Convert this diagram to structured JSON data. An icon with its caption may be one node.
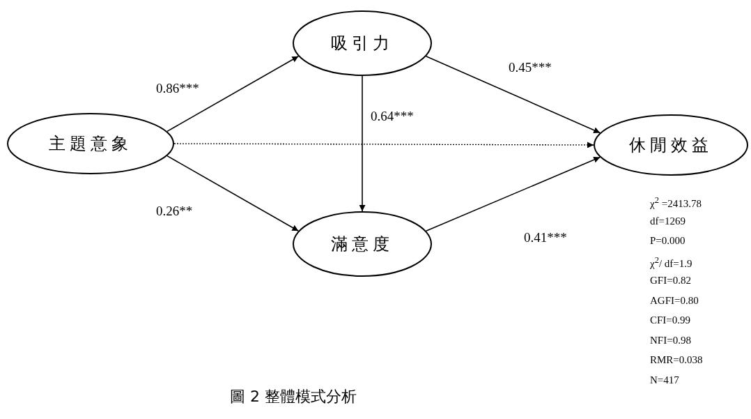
{
  "diagram": {
    "caption": "圖 2 整體模式分析",
    "nodes": [
      {
        "text": [
          "主題意象"
        ]
      },
      {
        "text": [
          "吸引力"
        ]
      },
      {
        "text": [
          "滿意度"
        ]
      },
      {
        "text": [
          "休閒效益"
        ]
      }
    ],
    "edges": [
      {
        "from": 0,
        "to": 1,
        "arrow": "to",
        "label": "0.86***"
      },
      {
        "from": 0,
        "to": 2,
        "arrow": "to",
        "label": "0.26**"
      },
      {
        "from": 1,
        "to": 2,
        "arrow": "to",
        "label": "0.64***"
      },
      {
        "from": 0,
        "to": 3,
        "arrow": "to",
        "style": "dashed"
      },
      {
        "from": 1,
        "to": 3,
        "arrow": "to",
        "label": "0.45***"
      },
      {
        "from": 2,
        "to": 3,
        "arrow": "to",
        "label": "0.41***"
      }
    ],
    "labels": [
      "χ$^{2}$ =2413.78",
      "df=1269",
      "P=0.000",
      "χ$^{2}$/ df=1.9",
      "GFI=0.82",
      "AGFI=0.80",
      "CFI=0.99",
      "NFI=0.98",
      "RMR=0.038",
      "N=417"
    ]
  }
}
